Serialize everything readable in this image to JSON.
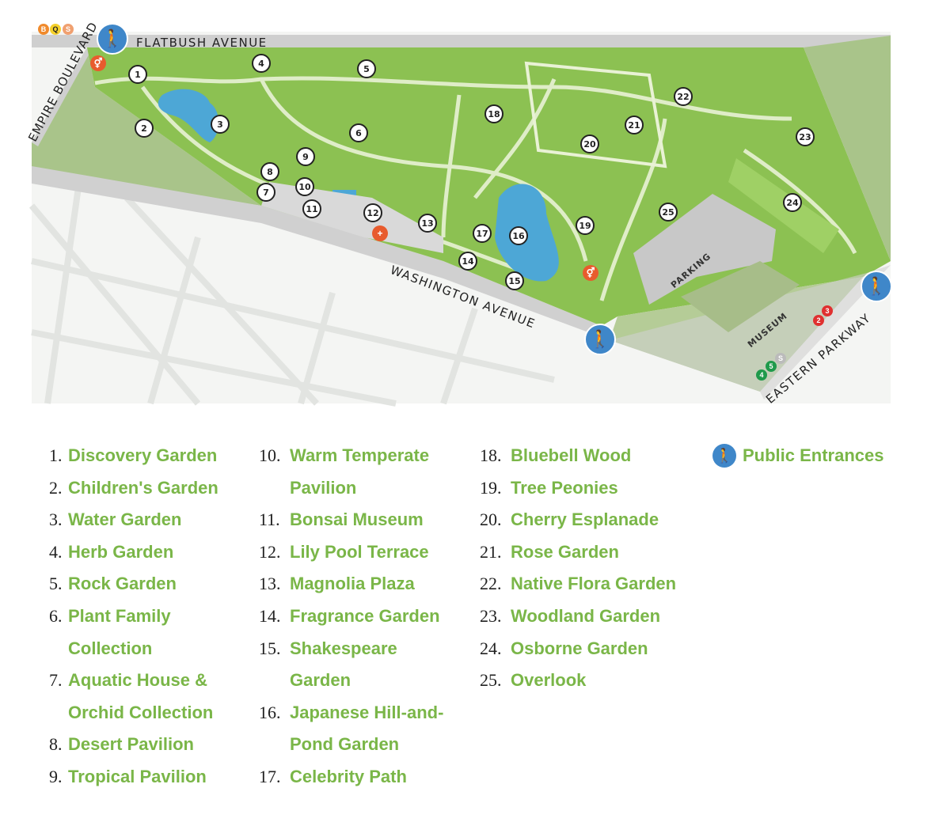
{
  "streets": {
    "flatbush": "FLATBUSH AVENUE",
    "empire": "EMPIRE BOULEVARD",
    "washington": "WASHINGTON AVENUE",
    "eastern": "EASTERN PARKWAY"
  },
  "map_labels": {
    "parking": "PARKING",
    "museum": "MUSEUM"
  },
  "subway": {
    "flatbush": [
      "B",
      "Q",
      "S"
    ],
    "eastern_upper": [
      "2",
      "3"
    ],
    "eastern_lower": [
      "4",
      "5",
      "S"
    ]
  },
  "colors": {
    "accent": "#7ab648",
    "park": "#8cc152",
    "entrance": "#3f87c9",
    "facility": "#e85b2d"
  },
  "legend": {
    "items": [
      {
        "num": "1.",
        "name": "Discovery Garden"
      },
      {
        "num": "2.",
        "name": "Children's Garden"
      },
      {
        "num": "3.",
        "name": "Water Garden"
      },
      {
        "num": "4.",
        "name": "Herb Garden"
      },
      {
        "num": "5.",
        "name": "Rock Garden"
      },
      {
        "num": "6.",
        "name": "Plant Family Collection"
      },
      {
        "num": "7.",
        "name": "Aquatic House & Orchid Collection"
      },
      {
        "num": "8.",
        "name": "Desert Pavilion"
      },
      {
        "num": "9.",
        "name": "Tropical Pavilion"
      },
      {
        "num": "10.",
        "name": "Warm Temperate Pavilion"
      },
      {
        "num": "11.",
        "name": "Bonsai Museum"
      },
      {
        "num": "12.",
        "name": "Lily Pool Terrace"
      },
      {
        "num": "13.",
        "name": "Magnolia Plaza"
      },
      {
        "num": "14.",
        "name": "Fragrance Garden"
      },
      {
        "num": "15.",
        "name": "Shakespeare Garden"
      },
      {
        "num": "16.",
        "name": "Japanese Hill-and-Pond Garden"
      },
      {
        "num": "17.",
        "name": "Celebrity Path"
      },
      {
        "num": "18.",
        "name": "Bluebell Wood"
      },
      {
        "num": "19.",
        "name": "Tree Peonies"
      },
      {
        "num": "20.",
        "name": "Cherry Esplanade"
      },
      {
        "num": "21.",
        "name": "Rose Garden"
      },
      {
        "num": "22.",
        "name": "Native Flora Garden"
      },
      {
        "num": "23.",
        "name": "Woodland Garden"
      },
      {
        "num": "24.",
        "name": "Osborne Garden"
      },
      {
        "num": "25.",
        "name": "Overlook"
      }
    ],
    "entrances": "Public Entrances"
  },
  "markers": [
    "1",
    "2",
    "3",
    "4",
    "5",
    "6",
    "7",
    "8",
    "9",
    "10",
    "11",
    "12",
    "13",
    "14",
    "15",
    "16",
    "17",
    "18",
    "19",
    "20",
    "21",
    "22",
    "23",
    "24",
    "25"
  ]
}
